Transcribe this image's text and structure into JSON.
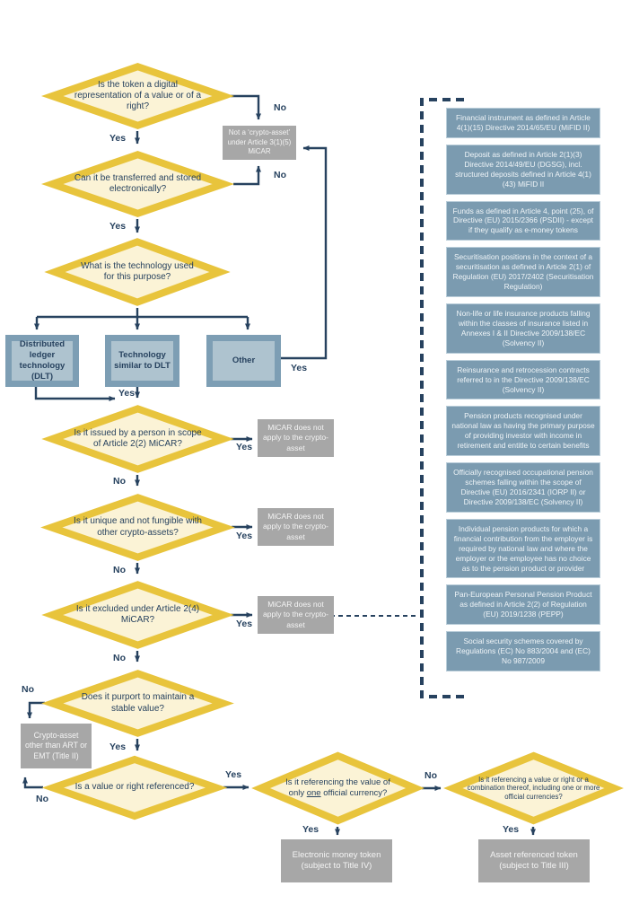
{
  "labels": {
    "yes": "Yes",
    "no": "No"
  },
  "colors": {
    "diamond_border": "#E8C43C",
    "diamond_fill": "#FBF3D6",
    "navy_text_arrows": "#27425F",
    "tech_box_outer": "#7D9EB4",
    "tech_box_inner": "#AEC3CF",
    "exclusion_box": "#7B9BB0",
    "gray_box": "#A7A7A7",
    "background": "#FFFFFF"
  },
  "diamonds": [
    {
      "label": "Is the token a digital representation of a value or of a right?"
    },
    {
      "label": "Can it be transferred and stored electronically?"
    },
    {
      "label": "What is the technology used for this purpose?"
    },
    {
      "label": "Is it issued by a person in scope of Article 2(2) MiCAR?"
    },
    {
      "label": "Is it unique and not fungible with other crypto-assets?"
    },
    {
      "label": "Is it excluded under Article 2(4) MiCAR?"
    },
    {
      "label": "Does it purport to maintain a stable value?"
    },
    {
      "label": "Is a value or right referenced?"
    },
    {
      "pre": "Is it referencing the value of only ",
      "underlined": "one",
      "post": " official currency?"
    },
    {
      "label": "Is it referencing a value or right or a combination thereof, including one or more official currencies?"
    }
  ],
  "tech_boxes": [
    "Distributed ledger technology (DLT)",
    "Technology similar to DLT",
    "Other"
  ],
  "gray_boxes": {
    "not_crypto_asset": "Not a ‘crypto-asset’ under Article 3(1)(5) MiCAR",
    "micar_not_apply": "MiCAR does not apply to the crypto-asset",
    "other_title2": "Crypto-asset other than ART or EMT (Title II)",
    "emt": "Electronic money token (subject to Title IV)",
    "art": "Asset referenced token (subject to Title III)"
  },
  "exclusions": [
    "Financial instrument as defined in Article 4(1)(15) Directive 2014/65/EU (MiFID II)",
    "Deposit as defined in Article 2(1)(3) Directive 2014/49/EU (DGSG), incl. structured deposits defined in Article 4(1)(43) MiFID II",
    "Funds as defined in Article 4, point (25), of Directive (EU) 2015/2366 (PSDII) - except if they qualify as e-money tokens",
    "Securitisation positions in the context of a securitisation as defined in Article 2(1) of Regulation (EU) 2017/2402 (Securitisation Regulation)",
    "Non-life or life insurance products falling within the classes of insurance listed in Annexes I & II Directive 2009/138/EC (Solvency II)",
    "Reinsurance and retrocession contracts referred to in the Directive 2009/138/EC (Solvency II)",
    "Pension products recognised under national law as having the primary purpose of providing investor with income in retirement and entitle to certain benefits",
    "Officially recognised occupational pension schemes falling within the scope of Directive (EU) 2016/2341 (IORP II) or Directive 2009/138/EC (Solvency II)",
    "Individual pension products for which a financial contribution from the employer is required by national law and where the employer or the employee has no choice as to the pension product or provider",
    "Pan-European Personal Pension Product as defined in Article 2(2) of Regulation (EU) 2019/1238 (PEPP)",
    "Social security schemes covered by Regulations (EC) No 883/2004 and (EC) No 987/2009"
  ]
}
